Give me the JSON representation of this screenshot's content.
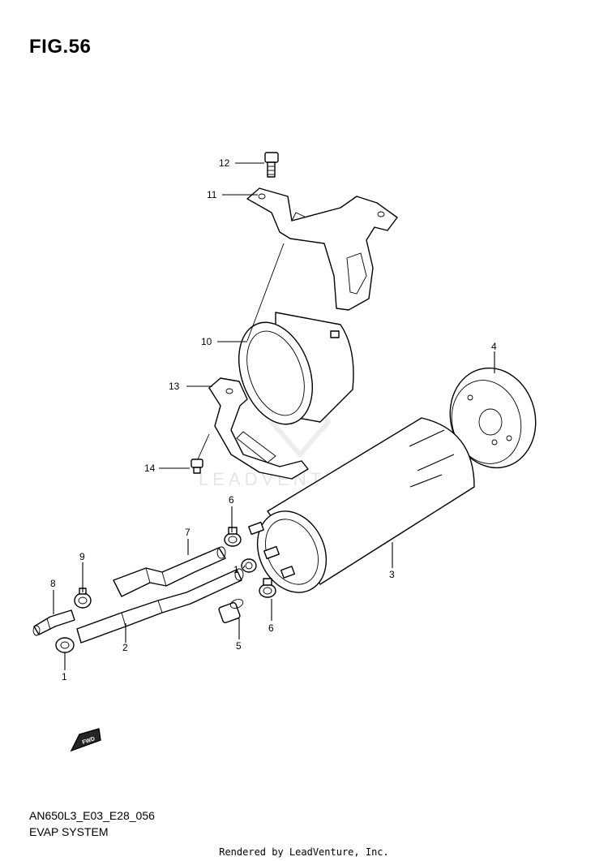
{
  "figure": {
    "title": "FIG.56"
  },
  "footer": {
    "model_code": "AN650L3_E03_E28_056",
    "section_name": "EVAP SYSTEM",
    "rendered_by": "Rendered by LeadVenture, Inc."
  },
  "watermark": {
    "text": "LEADVENTURE"
  },
  "callouts": {
    "c12": "12",
    "c11": "11",
    "c10": "10",
    "c13": "13",
    "c14": "14",
    "c4": "4",
    "c3": "3",
    "c6a": "6",
    "c6b": "6",
    "c7": "7",
    "c9": "9",
    "c8": "8",
    "c1a": "1",
    "c1b": "1",
    "c2": "2",
    "c5": "5"
  },
  "fwd_badge": {
    "text": "FWD"
  }
}
